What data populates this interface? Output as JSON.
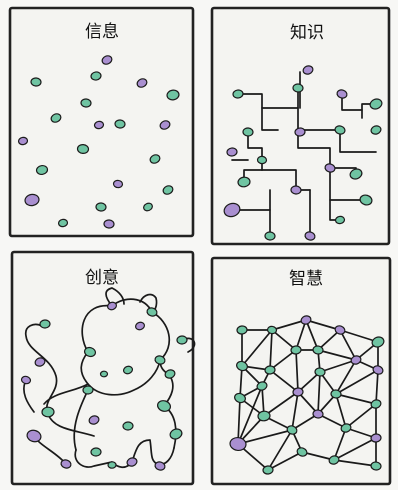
{
  "panels": [
    {
      "id": "information",
      "title": "信息"
    },
    {
      "id": "knowledge",
      "title": "知识"
    },
    {
      "id": "creativity",
      "title": "创意"
    },
    {
      "id": "wisdom",
      "title": "智慧"
    }
  ],
  "colors": {
    "green": "#6fc4a2",
    "purple": "#a98fd0",
    "ink": "#1a1a1a",
    "paper": "#f4f4f1"
  }
}
